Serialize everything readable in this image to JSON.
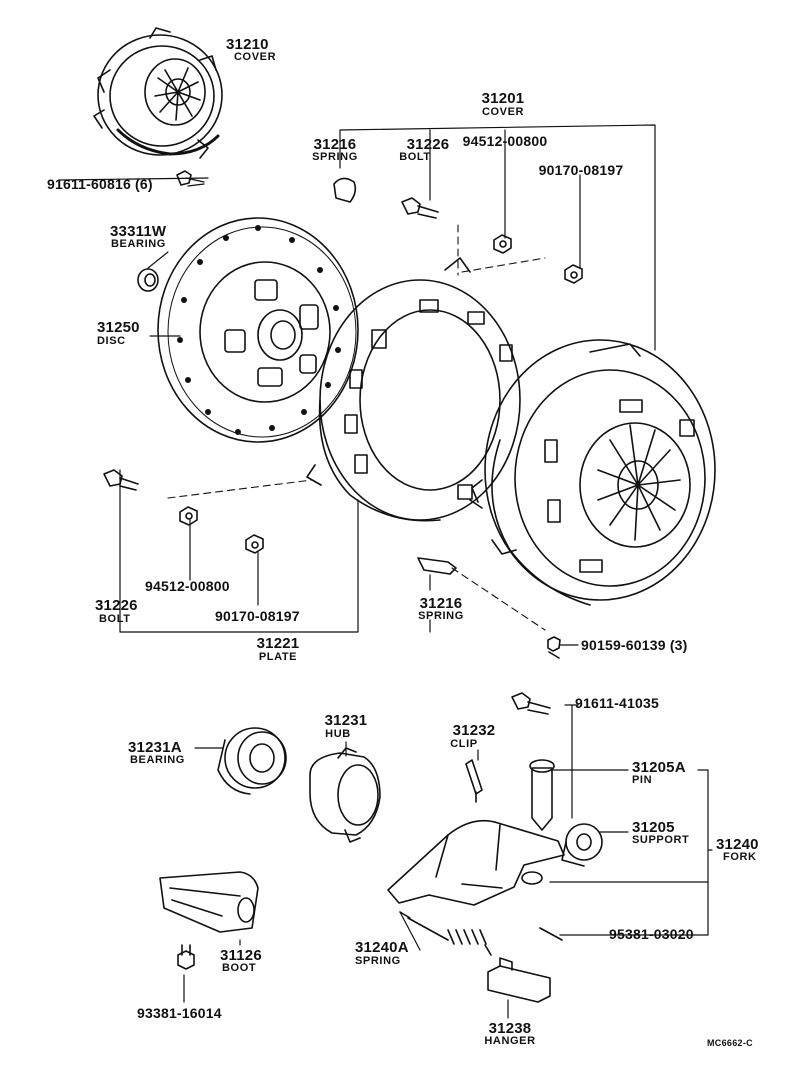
{
  "labels": {
    "cover_31210": {
      "number": "31210",
      "name": "COVER"
    },
    "part_91611_60816": {
      "number": "91611-60816 (6)"
    },
    "bearing_33311W": {
      "number": "33311W",
      "name": "BEARING"
    },
    "disc_31250": {
      "number": "31250",
      "name": "DISC"
    },
    "bolt_31226_top": {
      "number": "31226",
      "name": "BOLT"
    },
    "spring_31216_top": {
      "number": "31216",
      "name": "SPRING"
    },
    "part_94512_top": {
      "number": "94512-00800"
    },
    "cover_31201": {
      "number": "31201",
      "name": "COVER"
    },
    "part_90170_top": {
      "number": "90170-08197"
    },
    "part_94512_bottom": {
      "number": "94512-00800"
    },
    "part_90170_bottom": {
      "number": "90170-08197"
    },
    "bolt_31226_bottom": {
      "number": "31226",
      "name": "BOLT"
    },
    "spring_31216_bottom": {
      "number": "31216",
      "name": "SPRING"
    },
    "plate_31221": {
      "number": "31221",
      "name": "PLATE"
    },
    "part_90159": {
      "number": "90159-60139 (3)"
    },
    "part_91611_41035": {
      "number": "91611-41035"
    },
    "bearing_31231A": {
      "number": "31231A",
      "name": "BEARING"
    },
    "hub_31231": {
      "number": "31231",
      "name": "HUB"
    },
    "clip_31232": {
      "number": "31232",
      "name": "CLIP"
    },
    "pin_31205A": {
      "number": "31205A",
      "name": "PIN"
    },
    "support_31205": {
      "number": "31205",
      "name": "SUPPORT"
    },
    "fork_31240": {
      "number": "31240",
      "name": "FORK"
    },
    "part_95381": {
      "number": "95381-03020"
    },
    "spring_31240A": {
      "number": "31240A",
      "name": "SPRING"
    },
    "boot_31126": {
      "number": "31126",
      "name": "BOOT"
    },
    "part_93381": {
      "number": "93381-16014"
    },
    "hanger_31238": {
      "number": "31238",
      "name": "HANGER"
    }
  },
  "footer_code": "MC6662-C",
  "colors": {
    "ink": "#111111",
    "background": "#ffffff"
  }
}
